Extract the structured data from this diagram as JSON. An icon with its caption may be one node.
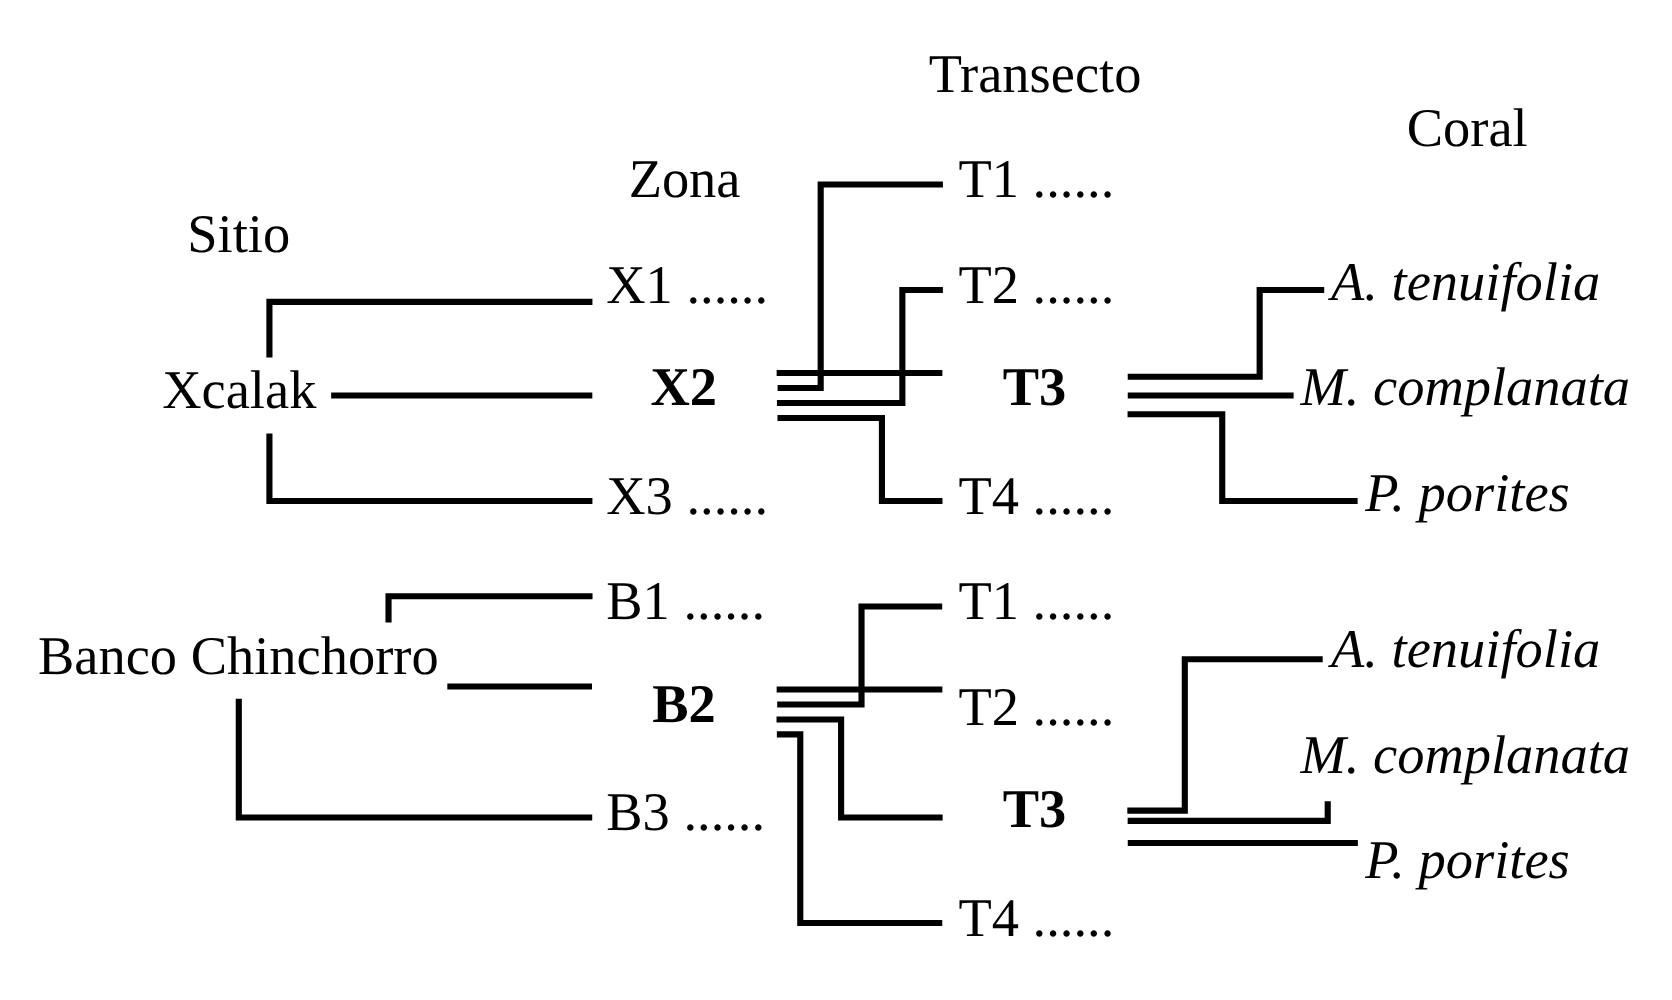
{
  "diagram": {
    "nodes": [
      {
        "text": [
          "Xcalak"
        ]
      },
      {
        "text": [
          "X1 ......"
        ]
      },
      {
        "text": [
          "X2"
        ]
      },
      {
        "text": [
          "X3 ......"
        ]
      },
      {
        "text": [
          "T1 ......"
        ]
      },
      {
        "text": [
          "T2 ......"
        ]
      },
      {
        "text": [
          "T3"
        ]
      },
      {
        "text": [
          "T4 ......"
        ]
      },
      {
        "text": [
          "A. tenuifolia"
        ]
      },
      {
        "text": [
          "M. complanata"
        ]
      },
      {
        "text": [
          "P. porites"
        ]
      },
      {
        "text": [
          "Banco Chinchorro"
        ]
      },
      {
        "text": [
          "B1 ......"
        ]
      },
      {
        "text": [
          "B2"
        ]
      },
      {
        "text": [
          "B3 ......"
        ]
      },
      {
        "text": [
          "T1 ......"
        ]
      },
      {
        "text": [
          "T2 ......"
        ]
      },
      {
        "text": [
          "T3"
        ]
      },
      {
        "text": [
          "T4 ......"
        ]
      },
      {
        "text": [
          "A. tenuifolia"
        ]
      },
      {
        "text": [
          "M. complanata"
        ]
      },
      {
        "text": [
          "P. porites"
        ]
      }
    ],
    "edges": [
      {
        "from": 0,
        "to": 1,
        "arrow": "none"
      },
      {
        "from": 0,
        "to": 2,
        "arrow": "none"
      },
      {
        "from": 0,
        "to": 3,
        "arrow": "none"
      },
      {
        "from": 2,
        "to": 4,
        "arrow": "none"
      },
      {
        "from": 2,
        "to": 5,
        "arrow": "none"
      },
      {
        "from": 2,
        "to": 6,
        "arrow": "none"
      },
      {
        "from": 2,
        "to": 7,
        "arrow": "none"
      },
      {
        "from": 6,
        "to": 8,
        "arrow": "none"
      },
      {
        "from": 6,
        "to": 9,
        "arrow": "none"
      },
      {
        "from": 6,
        "to": 10,
        "arrow": "none"
      },
      {
        "from": 11,
        "to": 12,
        "arrow": "none"
      },
      {
        "from": 11,
        "to": 13,
        "arrow": "none"
      },
      {
        "from": 11,
        "to": 14,
        "arrow": "none"
      },
      {
        "from": 13,
        "to": 15,
        "arrow": "none"
      },
      {
        "from": 13,
        "to": 16,
        "arrow": "none"
      },
      {
        "from": 13,
        "to": 17,
        "arrow": "none"
      },
      {
        "from": 13,
        "to": 18,
        "arrow": "none"
      },
      {
        "from": 17,
        "to": 19,
        "arrow": "none"
      },
      {
        "from": 17,
        "to": 20,
        "arrow": "none"
      },
      {
        "from": 17,
        "to": 21,
        "arrow": "none"
      }
    ],
    "labels": [
      "Sitio",
      "Zona",
      "Transecto",
      "Coral"
    ]
  }
}
